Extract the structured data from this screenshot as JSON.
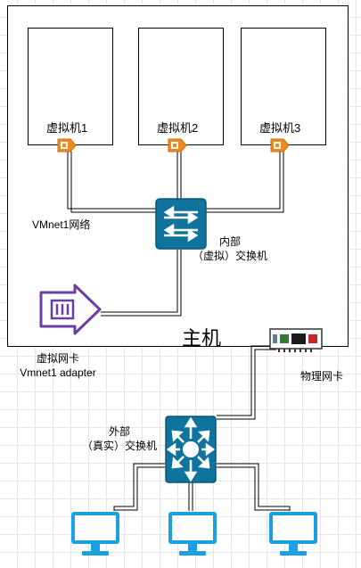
{
  "host": {
    "title": "主机"
  },
  "vms": [
    {
      "label": "虚拟机1"
    },
    {
      "label": "虚拟机2"
    },
    {
      "label": "虚拟机3"
    }
  ],
  "network_label": "VMnet1网络",
  "internal_switch": {
    "line1": "内部",
    "line2": "（虚拟）交换机"
  },
  "virtual_nic": {
    "line1": "虚拟网卡",
    "line2": "Vmnet1 adapter"
  },
  "physical_nic": {
    "label": "物理网卡"
  },
  "external_switch": {
    "line1": "外部",
    "line2": "（真实）交换机"
  },
  "colors": {
    "nic_orange": "#f08a1c",
    "switch_blue": "#10739e",
    "virtual_nic_purple": "#6b3fa0",
    "monitor_cyan": "#1ba1e2"
  }
}
